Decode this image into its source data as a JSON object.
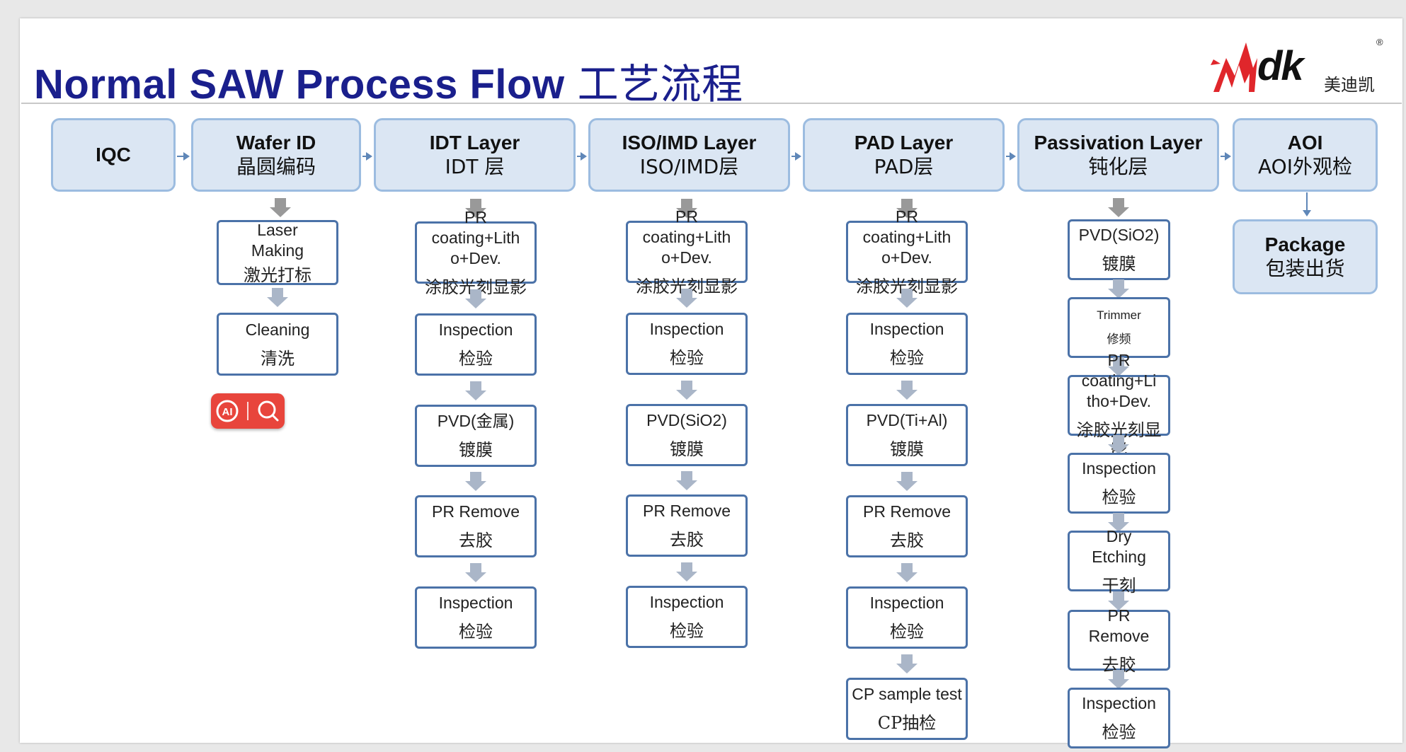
{
  "title": {
    "en": "Normal SAW Process Flow",
    "cn": "工艺流程"
  },
  "logo": {
    "text": "dk",
    "cn": "美迪凯",
    "reg": "®",
    "mark_color": "#e0262b"
  },
  "colors": {
    "title": "#1a1f8c",
    "header_fill": "#dbe6f3",
    "header_border": "#9cbce0",
    "step_border": "#4b72a8",
    "arrow": "#aab6c8"
  },
  "headers": [
    {
      "id": "iqc",
      "line1": "IQC",
      "line2": ""
    },
    {
      "id": "wafer",
      "line1": "Wafer ID",
      "line2": "晶圆编码"
    },
    {
      "id": "idt",
      "line1": "IDT Layer",
      "line2": "IDT 层"
    },
    {
      "id": "iso",
      "line1": "ISO/IMD Layer",
      "line2": "ISO/IMD层"
    },
    {
      "id": "pad",
      "line1": "PAD Layer",
      "line2": "PAD层"
    },
    {
      "id": "pass",
      "line1": "Passivation Layer",
      "line2": "钝化层"
    },
    {
      "id": "aoi",
      "line1": "AOI",
      "line2": "AOI外观检"
    }
  ],
  "package": {
    "en": "Package",
    "cn": "包装出货"
  },
  "wafer_steps": [
    {
      "en": "Laser\nMaking",
      "cn": "激光打标"
    },
    {
      "en": "Cleaning",
      "cn": "清洗"
    }
  ],
  "idt_steps": [
    {
      "en": "PR\ncoating+Lith\no+Dev.",
      "cn": "涂胶光刻显影"
    },
    {
      "en": "Inspection",
      "cn": "检验"
    },
    {
      "en": "PVD(金属)",
      "cn": "镀膜"
    },
    {
      "en": "PR Remove",
      "cn": "去胶"
    },
    {
      "en": "Inspection",
      "cn": "检验"
    }
  ],
  "iso_steps": [
    {
      "en": "PR\ncoating+Lith\no+Dev.",
      "cn": "涂胶光刻显影"
    },
    {
      "en": "Inspection",
      "cn": "检验"
    },
    {
      "en": "PVD(SiO2)",
      "cn": "镀膜"
    },
    {
      "en": "PR Remove",
      "cn": "去胶"
    },
    {
      "en": "Inspection",
      "cn": "检验"
    }
  ],
  "pad_steps": [
    {
      "en": "PR\ncoating+Lith\no+Dev.",
      "cn": "涂胶光刻显影"
    },
    {
      "en": "Inspection",
      "cn": "检验"
    },
    {
      "en": "PVD(Ti+Al)",
      "cn": "镀膜"
    },
    {
      "en": "PR Remove",
      "cn": "去胶"
    },
    {
      "en": "Inspection",
      "cn": "检验"
    },
    {
      "en": "CP sample test",
      "cn": "CP抽检"
    }
  ],
  "pass_steps": [
    {
      "en": "PVD(SiO2)",
      "cn": "镀膜"
    },
    {
      "en": "Trimmer",
      "cn": "修频"
    },
    {
      "en": "PR\ncoating+Li\ntho+Dev.",
      "cn": "涂胶光刻显影"
    },
    {
      "en": "Inspection",
      "cn": "检验"
    },
    {
      "en": "Dry\nEtching",
      "cn": "干刻"
    },
    {
      "en": "PR\nRemove",
      "cn": "去胶"
    },
    {
      "en": "Inspection",
      "cn": "检验"
    }
  ],
  "widget": {
    "ai_label": "AI"
  }
}
